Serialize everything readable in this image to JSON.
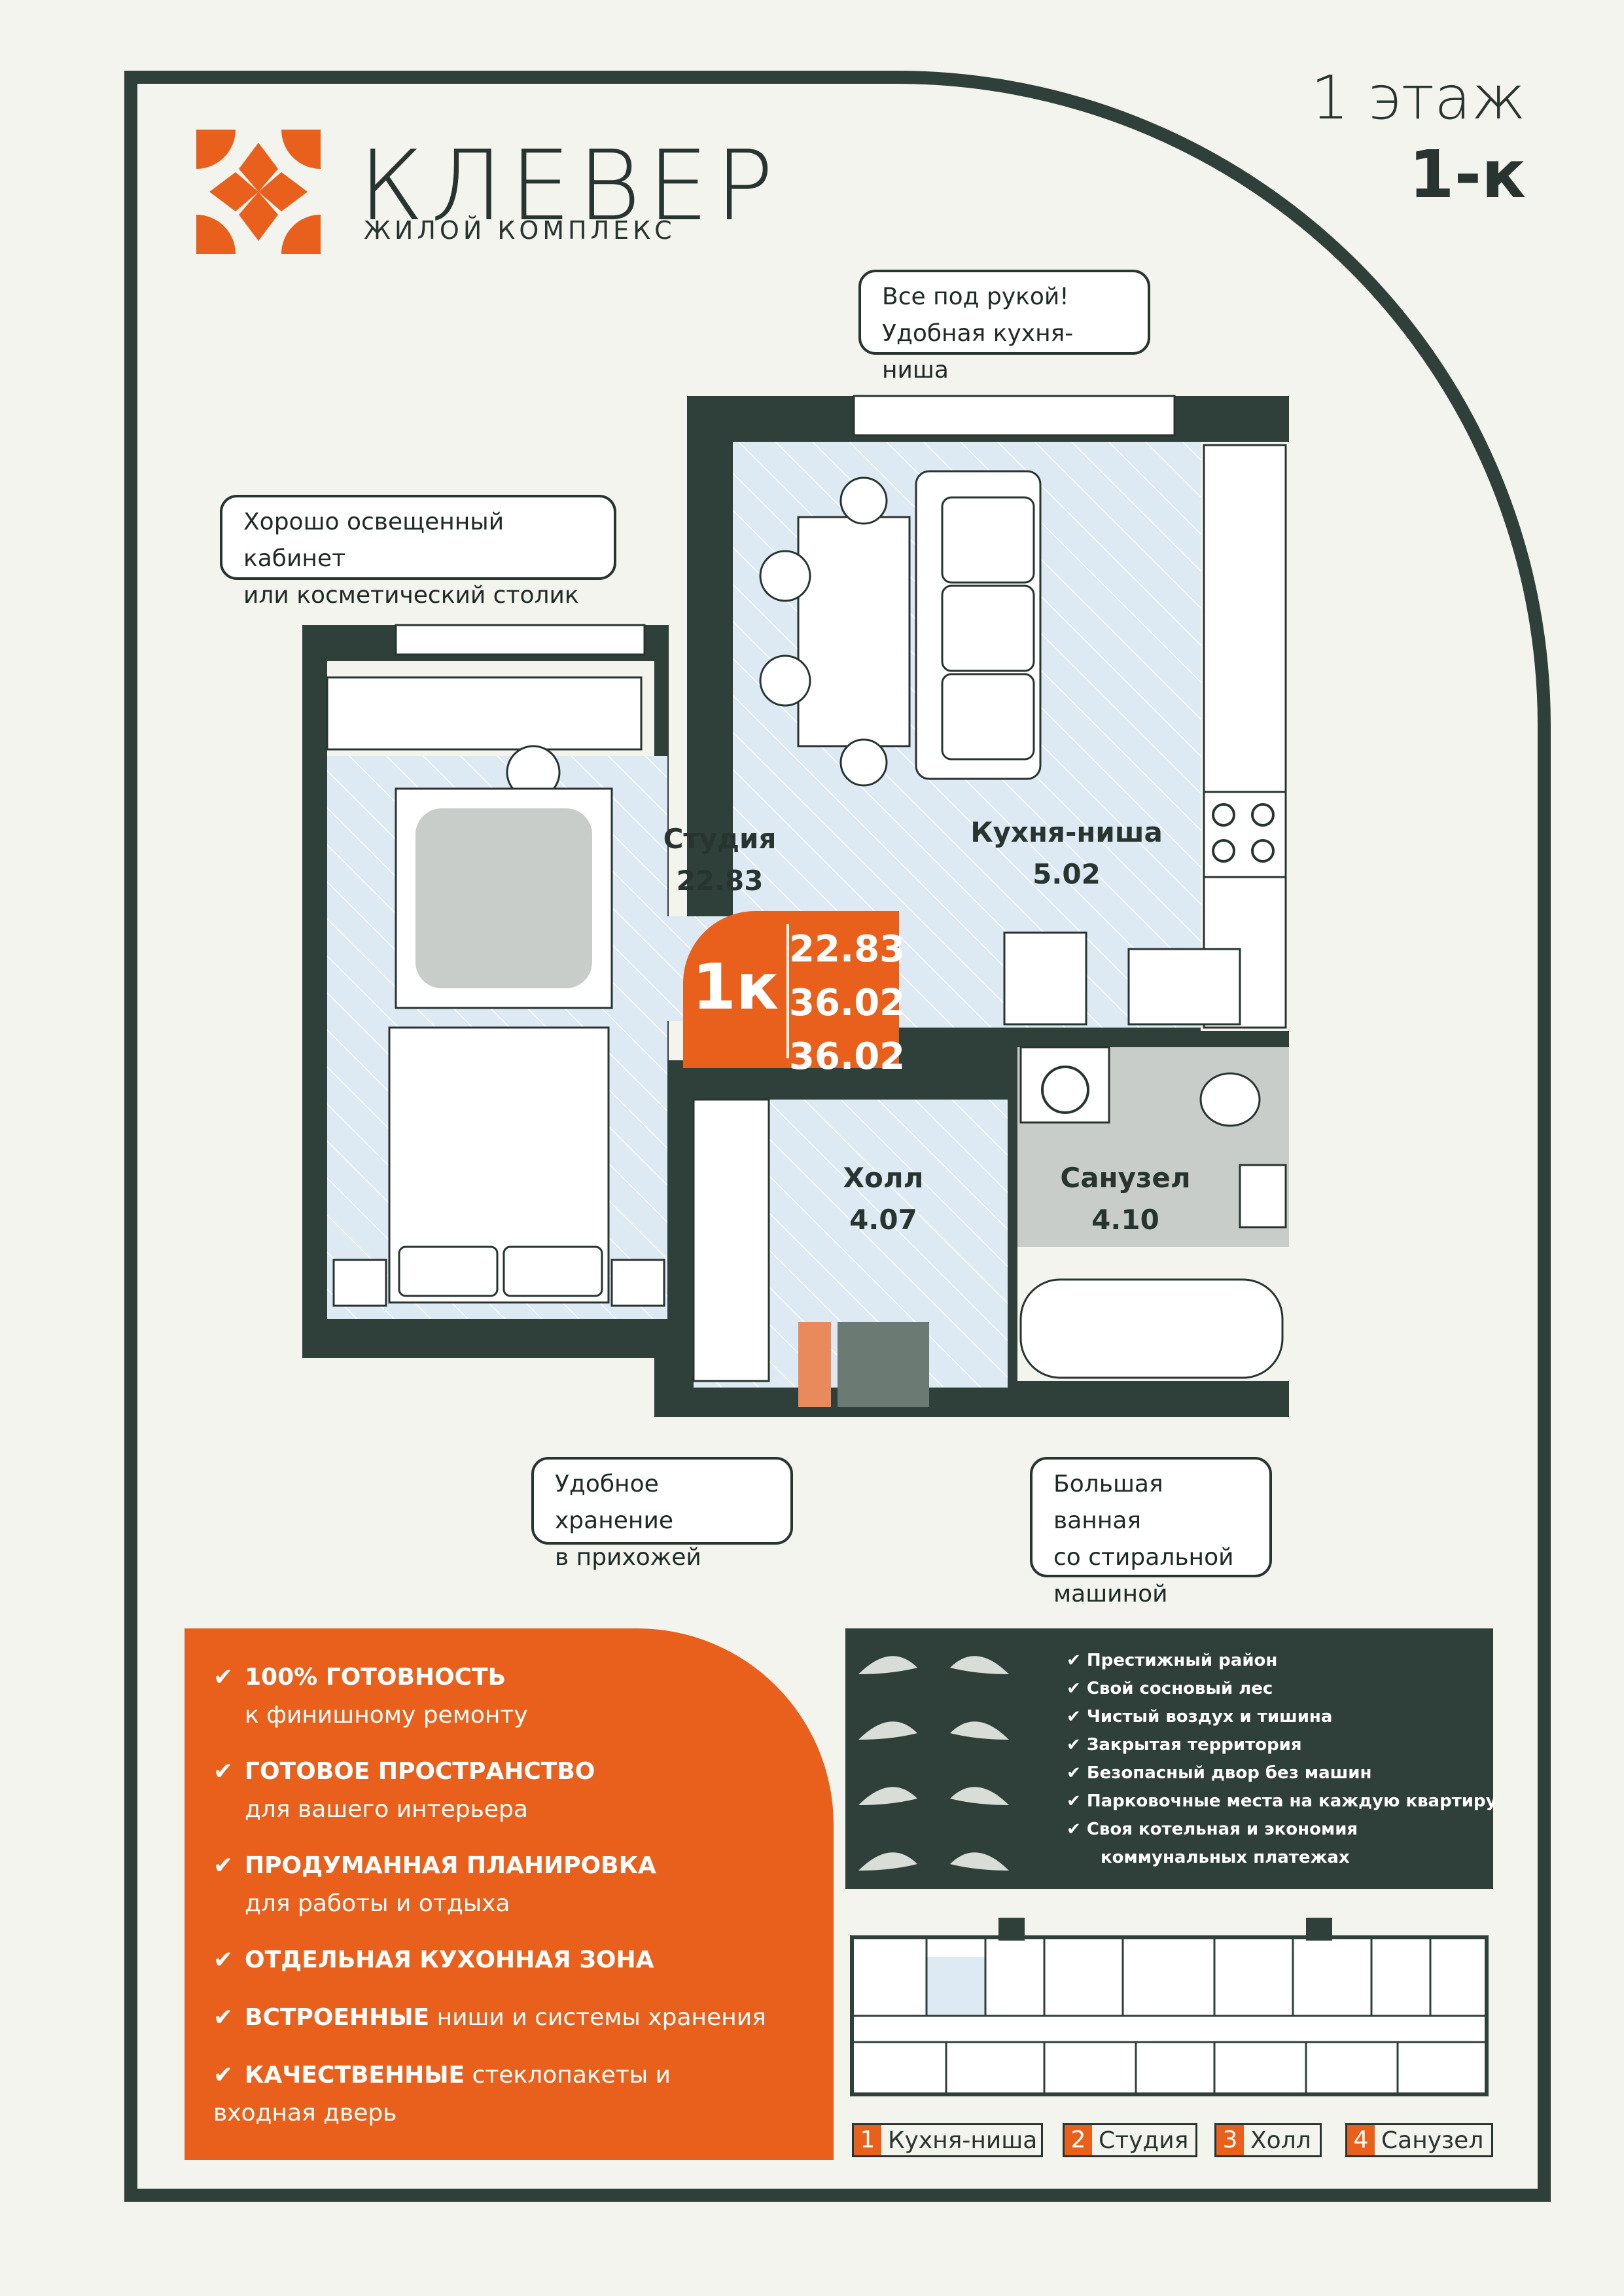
{
  "header": {
    "brand_name": "КЛЕВЕР",
    "brand_sub": "ЖИЛОЙ КОМПЛЕКС",
    "floor": "1 этаж",
    "apartment_type": "1-к"
  },
  "callouts": {
    "kitchen": [
      "Все под рукой!",
      "Удобная кухня-ниша"
    ],
    "office": [
      "Хорошо освещенный кабинет",
      "или косметический столик"
    ],
    "storage": [
      "Удобное хранение",
      "в прихожей"
    ],
    "bath": [
      "Большая ванная",
      "со стиральной",
      "машиной"
    ]
  },
  "rooms": {
    "studio": {
      "name": "Студия",
      "area": "22.83"
    },
    "kitchen": {
      "name": "Кухня-ниша",
      "area": "5.02"
    },
    "hall": {
      "name": "Холл",
      "area": "4.07"
    },
    "bath": {
      "name": "Санузел",
      "area": "4.10"
    }
  },
  "badge": {
    "type": "1к",
    "living_area": "22.83",
    "total_area": "36.02",
    "total_area_2": "36.02"
  },
  "features": [
    {
      "bold": "100% ГОТОВНОСТЬ",
      "rest": "к финишному ремонту"
    },
    {
      "bold": "ГОТОВОЕ ПРОСТРАНСТВО",
      "rest": "для вашего интерьера"
    },
    {
      "bold": "ПРОДУМАННАЯ ПЛАНИРОВКА",
      "rest": "для работы и отдыха"
    },
    {
      "bold": "ОТДЕЛЬНАЯ КУХОННАЯ ЗОНА",
      "rest": ""
    },
    {
      "bold": "ВСТРОЕННЫЕ",
      "rest": "ниши и системы хранения"
    },
    {
      "bold": "КАЧЕСТВЕННЫЕ",
      "rest": "стеклопакеты и входная дверь"
    }
  ],
  "advantages": [
    "Престижный район",
    "Свой сосновый лес",
    "Чистый воздух и тишина",
    "Закрытая территория",
    "Безопасный двор без машин",
    "Парковочные места на каждую квартиру",
    "Своя котельная и экономия",
    "коммунальных платежах"
  ],
  "legend": [
    {
      "num": "1",
      "label": "Кухня-ниша"
    },
    {
      "num": "2",
      "label": "Студия"
    },
    {
      "num": "3",
      "label": "Холл"
    },
    {
      "num": "4",
      "label": "Санузел"
    }
  ],
  "colors": {
    "accent": "#e8601c",
    "dark": "#2f3f39",
    "floor_blue": "#dde9f3",
    "tile_grey": "#c9cdca",
    "background": "#f4f4ef"
  }
}
